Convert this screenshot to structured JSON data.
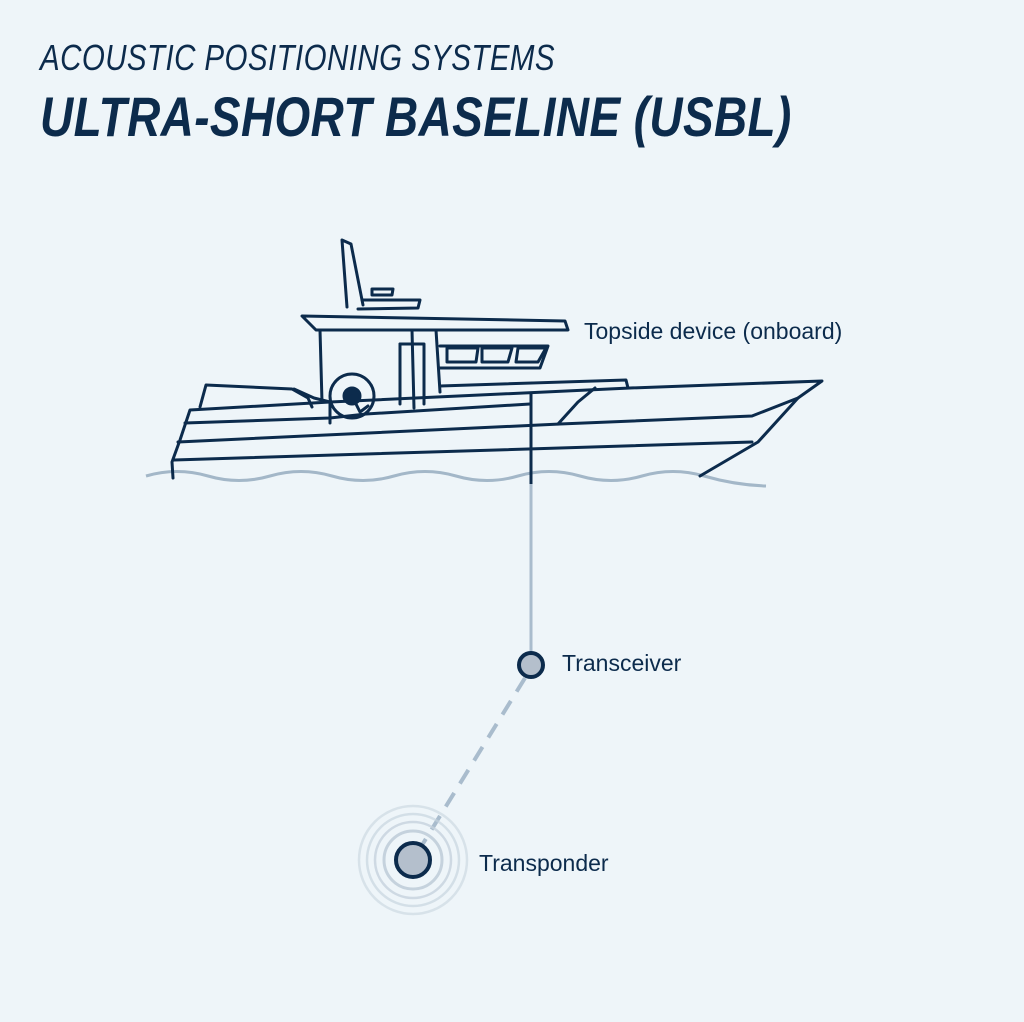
{
  "header": {
    "subtitle": "ACOUSTIC POSITIONING SYSTEMS",
    "title": "ULTRA-SHORT BASELINE (USBL)"
  },
  "labels": {
    "topside": "Topside device (onboard)",
    "transceiver": "Transceiver",
    "transponder": "Transponder"
  },
  "colors": {
    "background": "#eef5f9",
    "ink": "#0c2b4c",
    "line": "#a9bccd",
    "node_fill": "#b4bfcc",
    "water": "#a3b7c8"
  }
}
